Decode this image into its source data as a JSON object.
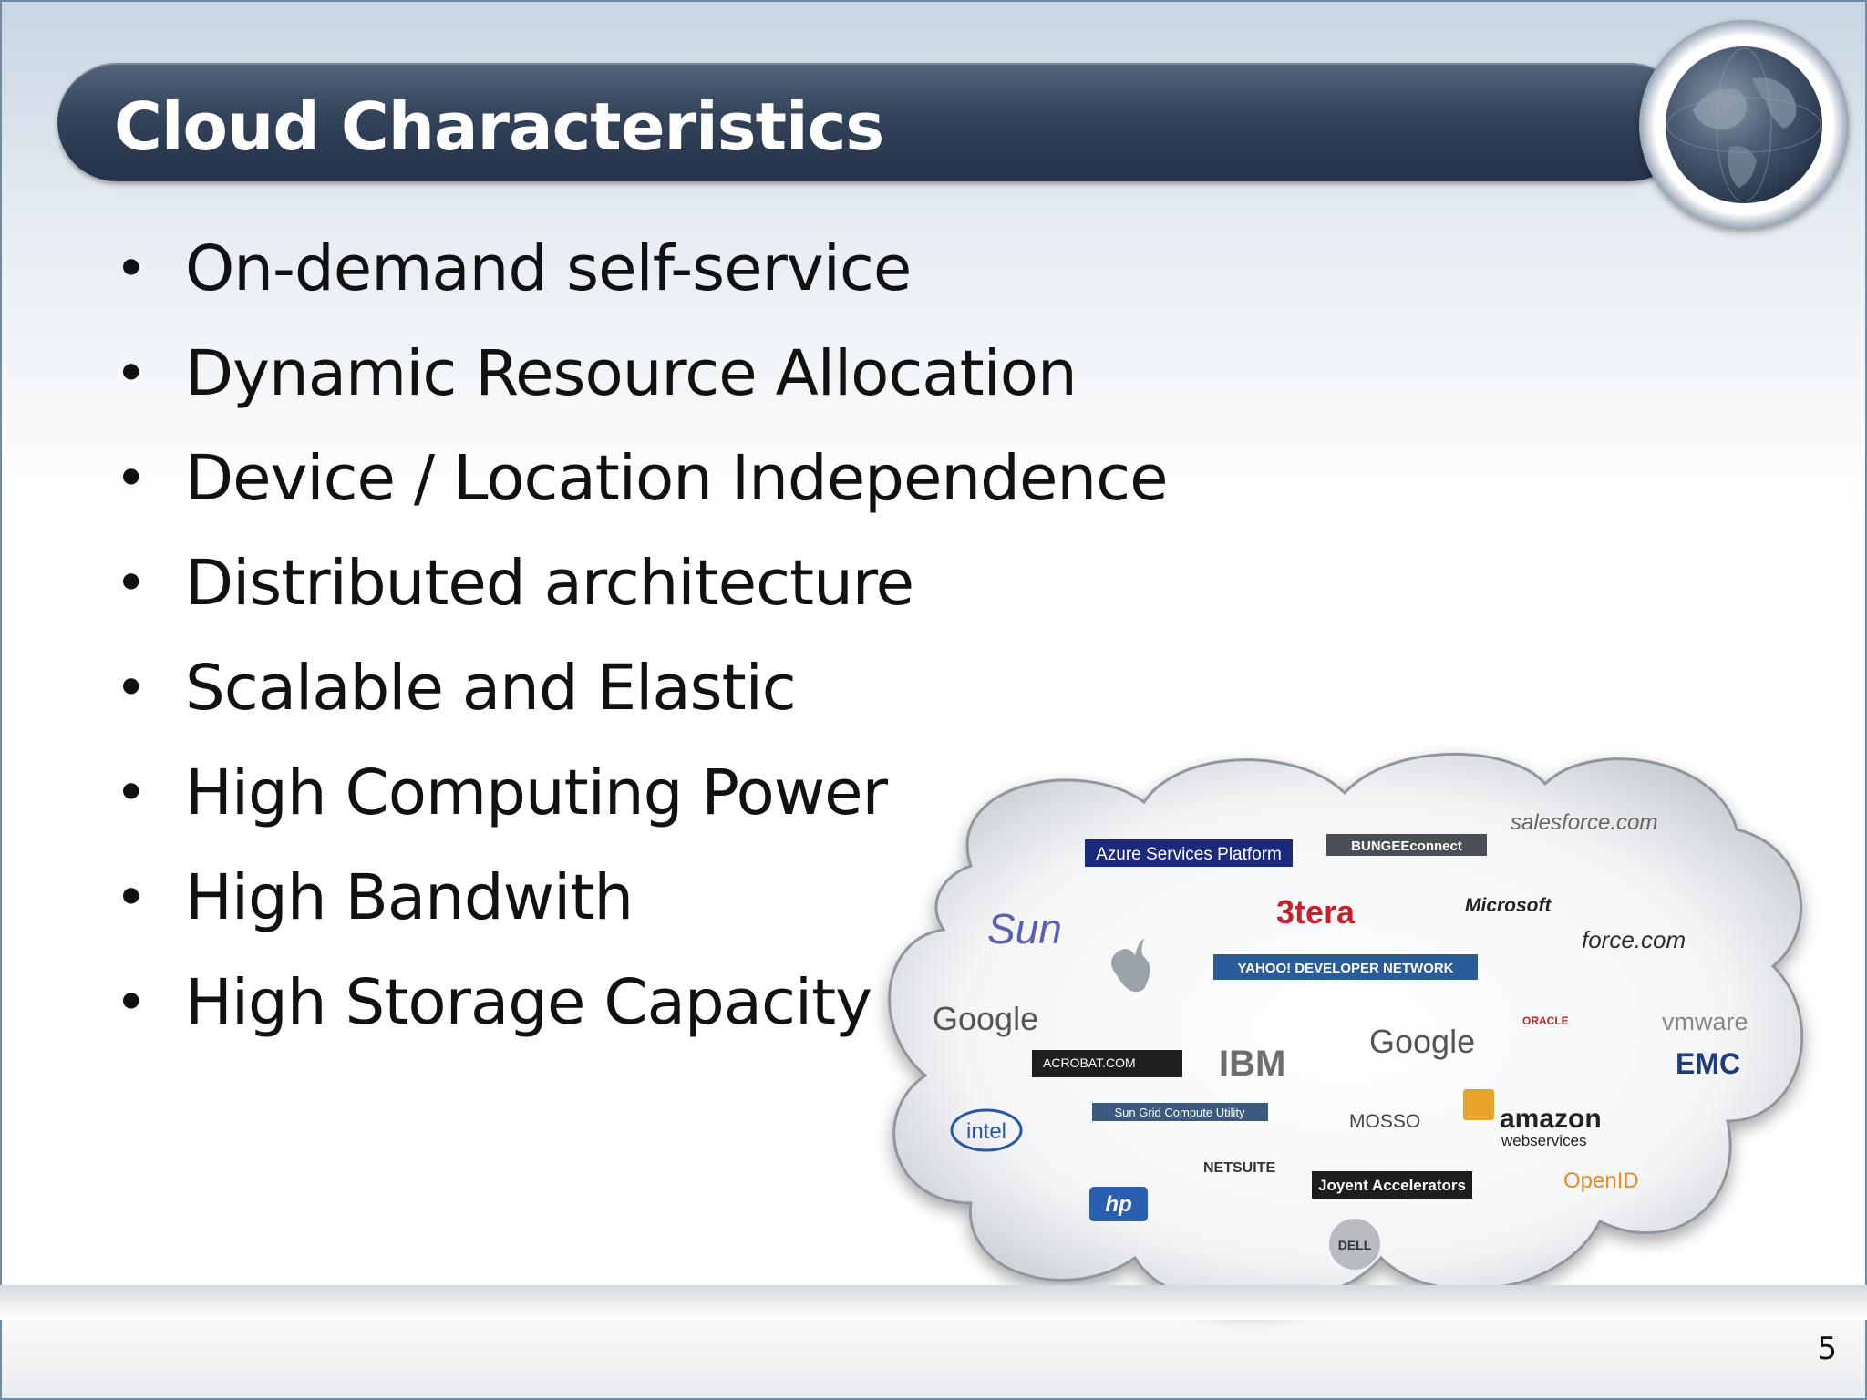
{
  "slide": {
    "title": "Cloud Characteristics",
    "page_number": "5",
    "bullets": [
      "On-demand self-service",
      "Dynamic Resource Allocation",
      "Device / Location Independence",
      "Distributed architecture",
      "Scalable and Elastic",
      "High Computing Power",
      "High Bandwith",
      "High Storage Capacity"
    ]
  },
  "cloud_logos": {
    "azure": "Azure Services Platform",
    "bungee": "BUNGEEconnect",
    "salesforce": "salesforce.com",
    "sun": "Sun",
    "tera": "3tera",
    "microsoft": "Microsoft",
    "force": "force.com",
    "yahoo": "YAHOO! DEVELOPER NETWORK",
    "google1": "Google",
    "google2": "Google",
    "oracle": "ORACLE",
    "vmware": "vmware",
    "acrobat": "ACROBAT.COM",
    "ibm": "IBM",
    "emc": "EMC",
    "sungrid": "Sun Grid Compute Utility",
    "mosso": "MOSSO",
    "amazon": "amazon",
    "amazon_sub": "webservices",
    "intel": "intel",
    "netsuite": "NETSUITE",
    "joyent": "Joyent Accelerators",
    "openid": "OpenID",
    "hp": "hp",
    "dell": "DELL"
  },
  "colors": {
    "title_bar": "#33435a",
    "accent_red": "#c8202a",
    "azure_blue": "#1b2a7a"
  }
}
